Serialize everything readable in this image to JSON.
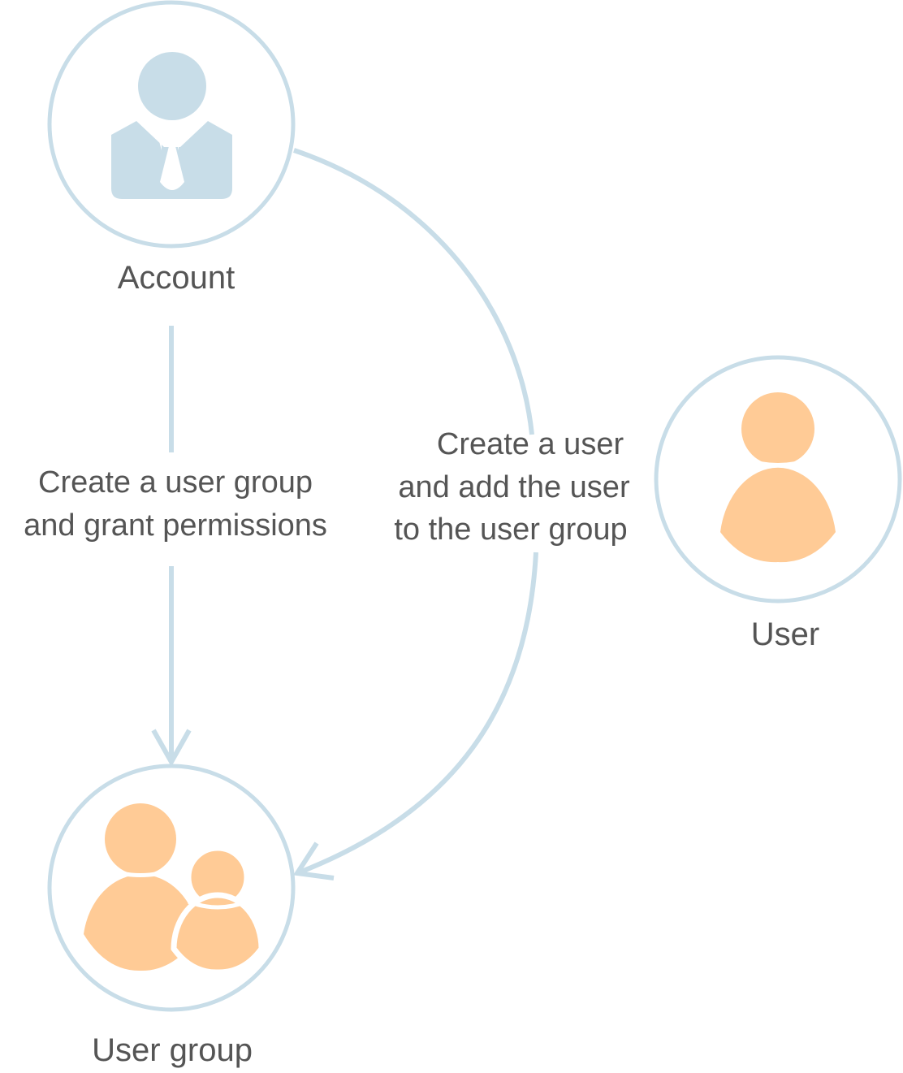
{
  "colors": {
    "ring": "#c8dde8",
    "account_icon": "#c8dde8",
    "user_icon": "#ffcb96",
    "text": "#555555",
    "background": "#ffffff"
  },
  "nodes": {
    "account": {
      "label": "Account",
      "icon": "business-person-icon"
    },
    "user": {
      "label": "User",
      "icon": "person-icon"
    },
    "user_group": {
      "label": "User group",
      "icon": "people-group-icon"
    }
  },
  "edges": {
    "account_to_user_group": {
      "lines": [
        "Create a user group",
        "and grant permissions"
      ]
    },
    "account_to_user_via_group": {
      "lines": [
        "Create a user",
        "and add the user",
        "to the user group"
      ]
    }
  }
}
